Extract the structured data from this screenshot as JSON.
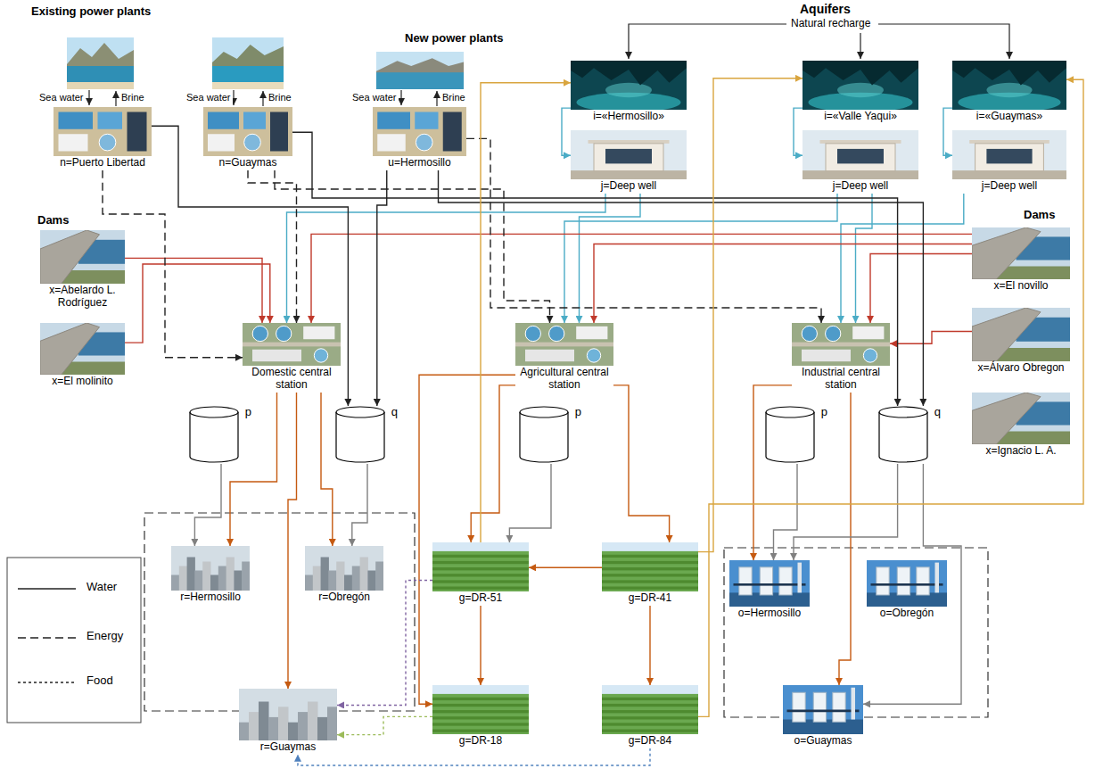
{
  "diagram": {
    "nodes": [
      {
        "text": [
          "n=Puerto Libertad"
        ]
      },
      {
        "text": [
          "n=Guaymas"
        ]
      },
      {
        "text": [
          "u=Hermosillo"
        ]
      },
      {
        "text": [
          "i=«Hermosillo»"
        ]
      },
      {
        "text": [
          "i=«Valle Yaqui»"
        ]
      },
      {
        "text": [
          "i=«Guaymas»"
        ]
      },
      {
        "text": [
          "j=Deep well"
        ]
      },
      {
        "text": [
          "j=Deep well"
        ]
      },
      {
        "text": [
          "j=Deep well"
        ]
      },
      {
        "text": [
          "x=Abelardo L. Rodríguez"
        ]
      },
      {
        "text": [
          "x=El molinito"
        ]
      },
      {
        "text": [
          "x=El novillo"
        ]
      },
      {
        "text": [
          "x=Álvaro Obregon"
        ]
      },
      {
        "text": [
          "x=Ignacio L. A."
        ]
      },
      {
        "text": [
          "Domestic central station"
        ]
      },
      {
        "text": [
          "Agricultural central station"
        ]
      },
      {
        "text": [
          "Industrial central station"
        ]
      },
      {
        "text": [
          "p"
        ]
      },
      {
        "text": [
          "q"
        ]
      },
      {
        "text": [
          "p"
        ]
      },
      {
        "text": [
          "p"
        ]
      },
      {
        "text": [
          "q"
        ]
      },
      {
        "text": [
          "r=Hermosillo"
        ]
      },
      {
        "text": [
          "r=Obregón"
        ]
      },
      {
        "text": [
          "r=Guaymas"
        ]
      },
      {
        "text": [
          "g=DR-51"
        ]
      },
      {
        "text": [
          "g=DR-41"
        ]
      },
      {
        "text": [
          "g=DR-18"
        ]
      },
      {
        "text": [
          "g=DR-84"
        ]
      },
      {
        "text": [
          "o=Hermosillo"
        ]
      },
      {
        "text": [
          "o=Obregón"
        ]
      },
      {
        "text": [
          "o=Guaymas"
        ]
      }
    ],
    "edges": [
      {
        "from": 3,
        "to": 6,
        "arrow": "to"
      },
      {
        "from": 4,
        "to": 7,
        "arrow": "to"
      },
      {
        "from": 5,
        "to": 8,
        "arrow": "to"
      },
      {
        "from": 6,
        "to": 14,
        "arrow": "to"
      },
      {
        "from": 6,
        "to": 15,
        "arrow": "to"
      },
      {
        "from": 7,
        "to": 15,
        "arrow": "to"
      },
      {
        "from": 7,
        "to": 16,
        "arrow": "to"
      },
      {
        "from": 8,
        "to": 16,
        "arrow": "to"
      },
      {
        "from": 9,
        "to": 14,
        "arrow": "to"
      },
      {
        "from": 10,
        "to": 14,
        "arrow": "to"
      },
      {
        "from": 11,
        "to": 14,
        "arrow": "to"
      },
      {
        "from": 11,
        "to": 15,
        "arrow": "to"
      },
      {
        "from": 11,
        "to": 16,
        "arrow": "to"
      },
      {
        "from": 12,
        "to": 16,
        "arrow": "to"
      },
      {
        "from": 0,
        "to": 18,
        "arrow": "to"
      },
      {
        "from": 2,
        "to": 18,
        "arrow": "to"
      },
      {
        "from": 1,
        "to": 21,
        "arrow": "to"
      },
      {
        "from": 2,
        "to": 21,
        "arrow": "to"
      },
      {
        "from": 0,
        "to": 14,
        "arrow": "to"
      },
      {
        "from": 1,
        "to": 14,
        "arrow": "to"
      },
      {
        "from": 1,
        "to": 15,
        "arrow": "to"
      },
      {
        "from": 2,
        "to": 16,
        "arrow": "to"
      },
      {
        "from": 14,
        "to": 22,
        "arrow": "to"
      },
      {
        "from": 14,
        "to": 23,
        "arrow": "to"
      },
      {
        "from": 14,
        "to": 24,
        "arrow": "to"
      },
      {
        "from": 15,
        "to": 25,
        "arrow": "to"
      },
      {
        "from": 15,
        "to": 26,
        "arrow": "to"
      },
      {
        "from": 15,
        "to": 27,
        "arrow": "to"
      },
      {
        "from": 16,
        "to": 29,
        "arrow": "to"
      },
      {
        "from": 16,
        "to": 31,
        "arrow": "to"
      },
      {
        "from": 17,
        "to": 22,
        "arrow": "to"
      },
      {
        "from": 18,
        "to": 23,
        "arrow": "to"
      },
      {
        "from": 19,
        "to": 25,
        "arrow": "to"
      },
      {
        "from": 20,
        "to": 29,
        "arrow": "to"
      },
      {
        "from": 21,
        "to": 29,
        "arrow": "to"
      },
      {
        "from": 21,
        "to": 31,
        "arrow": "to"
      },
      {
        "from": 26,
        "to": 25,
        "arrow": "to"
      },
      {
        "from": 26,
        "to": 28,
        "arrow": "to"
      },
      {
        "from": 25,
        "to": 27,
        "arrow": "to"
      },
      {
        "from": 25,
        "to": 3,
        "arrow": "to"
      },
      {
        "from": 26,
        "to": 4,
        "arrow": "to"
      },
      {
        "from": 28,
        "to": 5,
        "arrow": "to"
      },
      {
        "from": 25,
        "to": 24,
        "arrow": "to"
      },
      {
        "from": 27,
        "to": 24,
        "arrow": "to"
      },
      {
        "from": 28,
        "to": 24,
        "arrow": "to"
      }
    ],
    "labels": [
      "Existing power plants",
      "New power plants",
      "Aquifers",
      "Natural recharge",
      "Sea water",
      "Brine",
      "Sea water",
      "Brine",
      "Sea water",
      "Brine",
      "Dams",
      "Dams"
    ],
    "legend": [
      {
        "text": "Water"
      },
      {
        "text": "Energy"
      },
      {
        "text": "Food"
      }
    ]
  }
}
